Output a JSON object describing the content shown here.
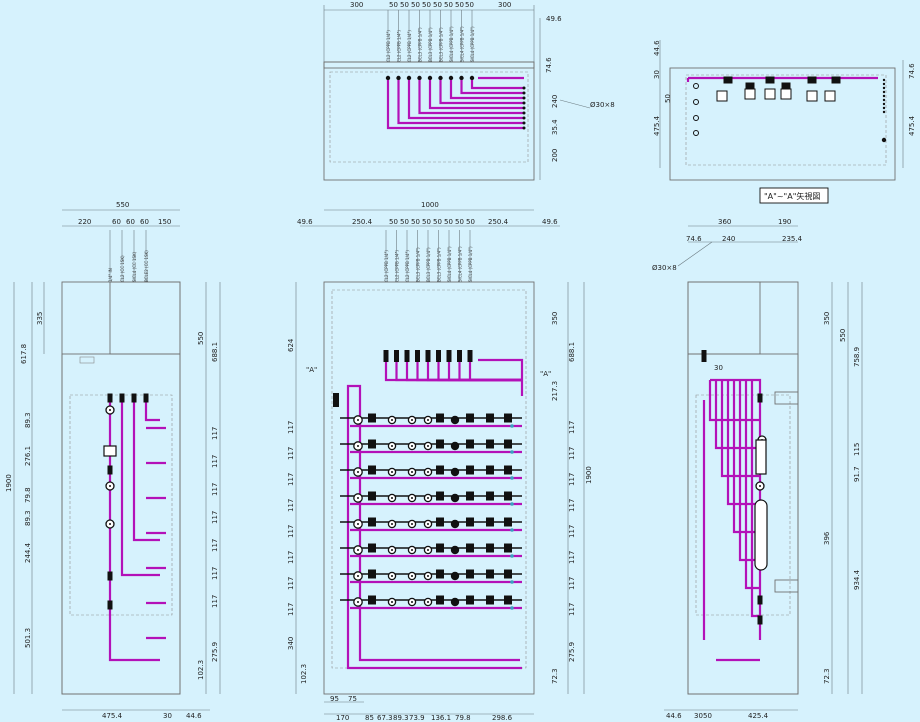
{
  "top_view": {
    "dims_top": [
      "300",
      "50",
      "50",
      "50",
      "50",
      "50",
      "50",
      "50",
      "50",
      "300"
    ],
    "dims_right": [
      "49.6",
      "74.6",
      "240",
      "35.4",
      "200"
    ],
    "hole_note": "Ø30×8",
    "gas_labels": [
      "CL2 (CPPB 1/4\")",
      "CL2 (CPPB 1/4\")",
      "CL2 (CPPB 1/4\")",
      "BCL3 (CPPB 1/4\")",
      "BCL3 (CPPB 1/4\")",
      "BCL3 (CPPB 1/4\")",
      "SICL4 (CPPB 1/4\")",
      "SICL4 (CPPB 1/4\")",
      "SICL4 (CPPB 1/4\")"
    ]
  },
  "arrow_view": {
    "title": "\"A\"~\"A\"矢視図",
    "dims_left": [
      "44.6",
      "30",
      "50",
      "475.4"
    ],
    "dims_right": [
      "74.6",
      "475.4"
    ]
  },
  "left_view": {
    "dims_top": [
      "550",
      "220",
      "60",
      "60",
      "60",
      "150"
    ],
    "dims_left": [
      "617.8",
      "335",
      "1900",
      "89.3",
      "276.1",
      "79.8",
      "89.3",
      "244.4",
      "501.3"
    ],
    "dims_right": [
      "550",
      "688.1",
      "117",
      "117",
      "117",
      "117",
      "117",
      "117",
      "117",
      "275.9",
      "102.3"
    ],
    "dims_bottom": [
      "475.4",
      "30",
      "44.6"
    ],
    "gas_labels": [
      "1/4\" IN",
      "CL2 (CC 1SK)",
      "SICL4 (CC 1SK)",
      "BCLE2 (CC 1SK)"
    ]
  },
  "front_view": {
    "dims_top": [
      "1000",
      "49.6",
      "250.4",
      "50",
      "50",
      "50",
      "50",
      "50",
      "50",
      "50",
      "50",
      "250.4",
      "49.6"
    ],
    "dims_left": [
      "624",
      "117",
      "117",
      "117",
      "117",
      "117",
      "117",
      "117",
      "117",
      "340",
      "102.3"
    ],
    "dims_right": [
      "350",
      "688.1",
      "217.3",
      "117",
      "117",
      "117",
      "117",
      "117",
      "117",
      "117",
      "117",
      "1900",
      "275.9",
      "72.3"
    ],
    "dims_bottom": [
      "95",
      "75",
      "170",
      "85",
      "67.3",
      "89.3",
      "73.9",
      "136.1",
      "79.8",
      "298.6"
    ],
    "view_marks": [
      "\"A\"",
      "\"A\""
    ],
    "gas_labels": [
      "CL2 (CPPB 1/4\")",
      "CL2 (CPPB 1/4\")",
      "CL2 (CPPB 1/4\")",
      "BCL3 (CPPB 1/4\")",
      "BCL3 (CPPB 1/4\")",
      "BCL3 (CPPB 1/4\")",
      "SICL4 (CPPB 1/4\")",
      "SICL4 (CPPB 1/4\")",
      "SICL4 (CPPB 1/4\")"
    ]
  },
  "right_view": {
    "dims_top": [
      "360",
      "190",
      "74.6",
      "240",
      "235.4"
    ],
    "hole_note": "Ø30×8",
    "dims_right": [
      "350",
      "550",
      "758.9",
      "115",
      "91.7",
      "396",
      "934.4",
      "72.3"
    ],
    "dims_bottom": [
      "44.6",
      "30",
      "50",
      "425.4"
    ],
    "inner_dim": "30"
  },
  "colors": {
    "background": "#d6f2fd",
    "pipe": "#b311b8",
    "frame": "#707070"
  }
}
